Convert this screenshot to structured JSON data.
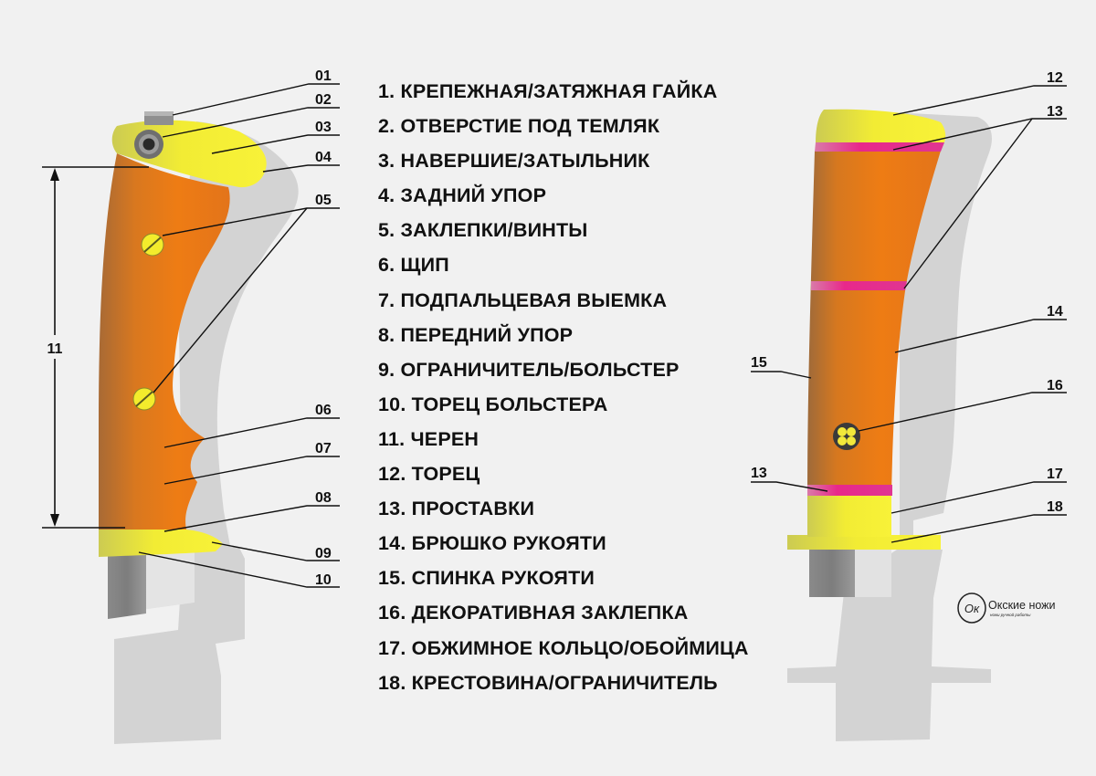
{
  "legend": [
    "1. КРЕПЕЖНАЯ/ЗАТЯЖНАЯ ГАЙКА",
    "2. ОТВЕРСТИЕ ПОД ТЕМЛЯК",
    "3. НАВЕРШИЕ/ЗАТЫЛЬНИК",
    "4. ЗАДНИЙ УПОР",
    "5. ЗАКЛЕПКИ/ВИНТЫ",
    "6. ЩИП",
    "7. ПОДПАЛЬЦЕВАЯ ВЫЕМКА",
    "8. ПЕРЕДНИЙ УПОР",
    "9. ОГРАНИЧИТЕЛЬ/БОЛЬСТЕР",
    "10. ТОРЕЦ БОЛЬСТЕРА",
    "11. ЧЕРЕН",
    "12. ТОРЕЦ",
    "13. ПРОСТАВКИ",
    "14. БРЮШКО РУКОЯТИ",
    "15. СПИНКА РУКОЯТИ",
    "16. ДЕКОРАТИВНАЯ ЗАКЛЕПКА",
    "17. ОБЖИМНОЕ КОЛЬЦО/ОБОЙМИЦА",
    "18. КРЕСТОВИНА/ОГРАНИЧИТЕЛЬ"
  ],
  "callouts": {
    "c01": "01",
    "c02": "02",
    "c03": "03",
    "c04": "04",
    "c05": "05",
    "c06": "06",
    "c07": "07",
    "c08": "08",
    "c09": "09",
    "c10": "10",
    "c11": "11",
    "c12": "12",
    "c13a": "13",
    "c13b": "13",
    "c14": "14",
    "c15": "15",
    "c16": "16",
    "c17": "17",
    "c18": "18"
  },
  "logo": {
    "monogram": "Ок",
    "title": "Окские ножи",
    "subtitle": "ножи ручной работы"
  },
  "colors": {
    "wood_orange": "#e8771a",
    "brass_yellow": "#f4ee34",
    "spacer_pink": "#e2358a",
    "steel_gray": "#8a8a8a",
    "shadow_gray": "#d2d2d2",
    "background": "#f1f1f1"
  }
}
